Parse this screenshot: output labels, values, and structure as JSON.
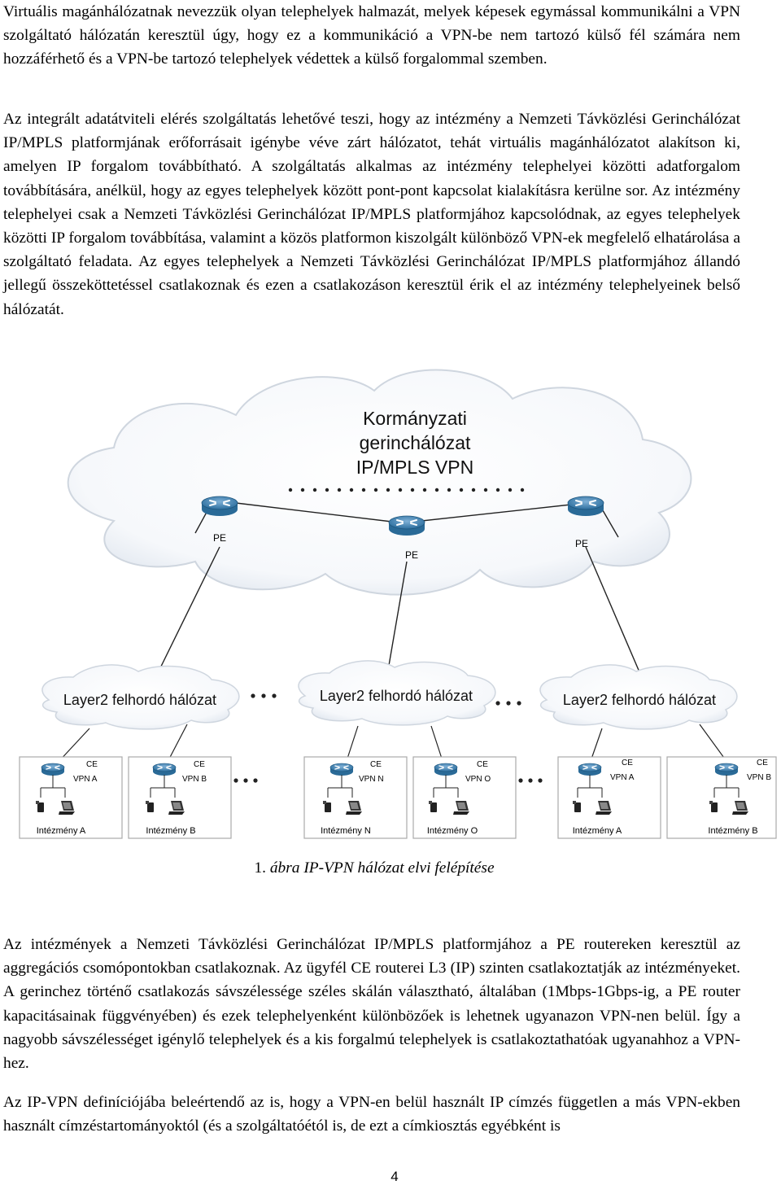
{
  "paragraphs": [
    "Virtuális magánhálózatnak nevezzük olyan telephelyek halmazát, melyek képesek egymással kommunikálni a VPN szolgáltató hálózatán keresztül úgy, hogy ez a kommunikáció a VPN-be nem tartozó külső fél számára nem hozzáférhető és a VPN-be tartozó telephelyek védettek a külső forgalommal szemben.",
    "Az integrált adatátviteli elérés szolgáltatás lehetővé teszi, hogy az intézmény a Nemzeti Távközlési Gerinchálózat IP/MPLS platformjának erőforrásait igénybe véve zárt hálózatot, tehát virtuális magánhálózatot alakítson ki, amelyen IP forgalom továbbítható. A szolgáltatás alkalmas az intézmény telephelyei közötti adatforgalom továbbítására, anélkül, hogy az egyes telephelyek között pont-pont kapcsolat kialakításra kerülne sor. Az intézmény telephelyei csak a Nemzeti Távközlési Gerinchálózat IP/MPLS platformjához kapcsolódnak, az egyes telephelyek közötti IP forgalom továbbítása, valamint a közös platformon kiszolgált különböző VPN-ek megfelelő elhatárolása a szolgáltató feladata. Az egyes telephelyek a Nemzeti Távközlési Gerinchálózat IP/MPLS platformjához állandó jellegű összeköttetéssel csatlakoznak és ezen a csatlakozáson keresztül érik el az intézmény telephelyeinek belső hálózatát.",
    "Az intézmények a Nemzeti Távközlési Gerinchálózat IP/MPLS platformjához a PE routereken keresztül az aggregációs csomópontokban csatlakoznak. Az ügyfél CE routerei L3 (IP) szinten csatlakoztatják az intézményeket. A gerinchez történő csatlakozás sávszélessége széles skálán választható, általában (1Mbps-1Gbps-ig, a PE router kapacitásainak függvényében) és ezek telephelyenként különbözőek is lehetnek ugyanazon VPN-nen belül. Így a nagyobb sávszélességet igénylő telephelyek és a kis forgalmú telephelyek is csatlakoztathatóak ugyanahhoz a VPN-hez.",
    "Az IP-VPN definíciójába beleértendő az is, hogy a VPN-en belül használt IP címzés független a más VPN-ekben használt címzéstartományoktól (és a szolgáltatóétól is, de ezt a címkiosztás egyébként is"
  ],
  "figure": {
    "core_cloud": {
      "line1": "Kormányzati",
      "line2": "gerinchálózat",
      "line3": "IP/MPLS VPN"
    },
    "pe_label": "PE",
    "layer2_label": "Layer2 felhordó hálózat",
    "ce_label": "CE",
    "sites": [
      {
        "vpn": "VPN A",
        "name": "Intézmény A"
      },
      {
        "vpn": "VPN B",
        "name": "Intézmény B"
      },
      {
        "vpn": "VPN N",
        "name": "Intézmény N"
      },
      {
        "vpn": "VPN O",
        "name": "Intézmény O"
      },
      {
        "vpn": "VPN A",
        "name": "Intézmény A"
      },
      {
        "vpn": "VPN B",
        "name": "Intézmény B"
      }
    ]
  },
  "caption": {
    "number": "1.",
    "text": "ábra IP-VPN hálózat elvi felépítése"
  },
  "page_number": "4"
}
